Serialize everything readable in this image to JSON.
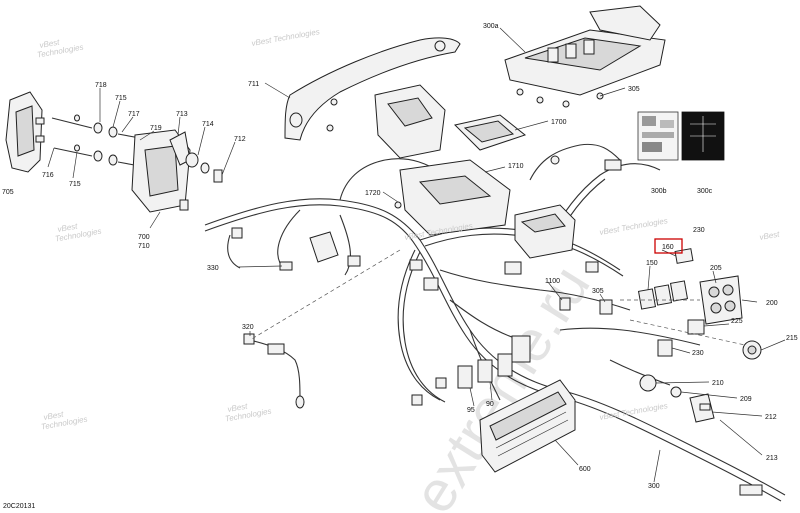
{
  "document": {
    "code": "20C20131"
  },
  "watermarks": {
    "vendor_line1": "vBest",
    "vendor_line2": "Technologies",
    "vendor_alt": "vBest Technologies",
    "site": "extreme.ru"
  },
  "callouts": [
    {
      "id": "705",
      "text": "705"
    },
    {
      "id": "718",
      "text": "718"
    },
    {
      "id": "715a",
      "text": "715"
    },
    {
      "id": "717",
      "text": "717"
    },
    {
      "id": "719",
      "text": "719"
    },
    {
      "id": "713",
      "text": "713"
    },
    {
      "id": "714",
      "text": "714"
    },
    {
      "id": "712",
      "text": "712"
    },
    {
      "id": "716",
      "text": "716"
    },
    {
      "id": "715b",
      "text": "715"
    },
    {
      "id": "700",
      "text": "700"
    },
    {
      "id": "710",
      "text": "710"
    },
    {
      "id": "711",
      "text": "711"
    },
    {
      "id": "300a",
      "text": "300a"
    },
    {
      "id": "305a",
      "text": "305"
    },
    {
      "id": "1700",
      "text": "1700"
    },
    {
      "id": "300b",
      "text": "300b"
    },
    {
      "id": "300c",
      "text": "300c"
    },
    {
      "id": "1710",
      "text": "1710"
    },
    {
      "id": "1720",
      "text": "1720"
    },
    {
      "id": "330",
      "text": "330"
    },
    {
      "id": "230a",
      "text": "230"
    },
    {
      "id": "160",
      "text": "160"
    },
    {
      "id": "150",
      "text": "150"
    },
    {
      "id": "205",
      "text": "205"
    },
    {
      "id": "1100",
      "text": "1100"
    },
    {
      "id": "305b",
      "text": "305"
    },
    {
      "id": "200",
      "text": "200"
    },
    {
      "id": "225",
      "text": "225"
    },
    {
      "id": "215",
      "text": "215"
    },
    {
      "id": "230b",
      "text": "230"
    },
    {
      "id": "320",
      "text": "320"
    },
    {
      "id": "210",
      "text": "210"
    },
    {
      "id": "209",
      "text": "209"
    },
    {
      "id": "212",
      "text": "212"
    },
    {
      "id": "95",
      "text": "95"
    },
    {
      "id": "90",
      "text": "90"
    },
    {
      "id": "213",
      "text": "213"
    },
    {
      "id": "600",
      "text": "600"
    },
    {
      "id": "300c2",
      "text": "300"
    }
  ],
  "highlight": {
    "callout": "160",
    "color": "#cc0000"
  },
  "colors": {
    "line": "#222222",
    "watermark": "#c9c9c9",
    "highlight": "#cc0000"
  }
}
